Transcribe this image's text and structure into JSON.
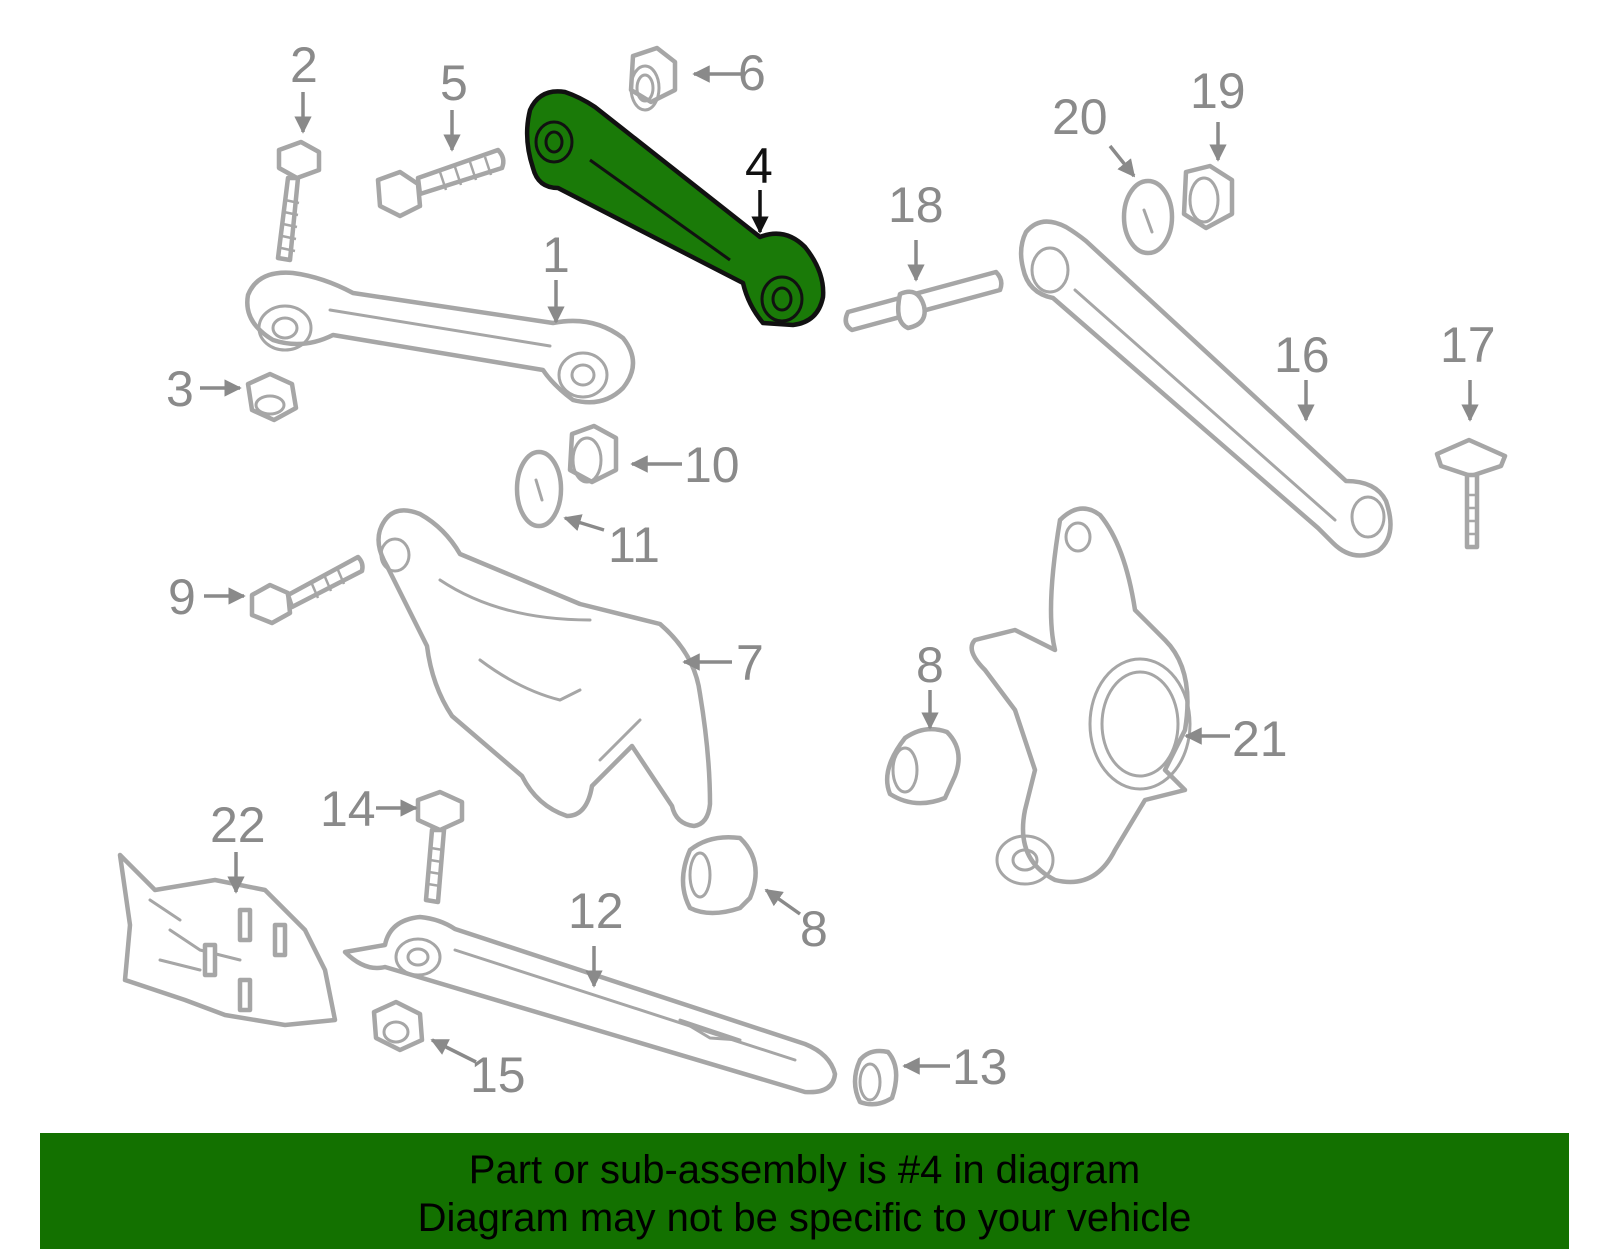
{
  "diagram": {
    "highlighted_part": "4",
    "highlight_color": "#1a7a08",
    "part_color": "#a6a6a6",
    "label_color": "#8a8a8a",
    "callouts": {
      "c1": "1",
      "c2": "2",
      "c3": "3",
      "c4": "4",
      "c5": "5",
      "c6": "6",
      "c7": "7",
      "c8a": "8",
      "c8b": "8",
      "c9": "9",
      "c10": "10",
      "c11": "11",
      "c12": "12",
      "c13": "13",
      "c14": "14",
      "c15": "15",
      "c16": "16",
      "c17": "17",
      "c18": "18",
      "c19": "19",
      "c20": "20",
      "c21": "21",
      "c22": "22"
    }
  },
  "banner": {
    "line1": "Part or sub-assembly is #4 in diagram",
    "line2": "Diagram may not be specific to your vehicle",
    "background": "#137100"
  }
}
